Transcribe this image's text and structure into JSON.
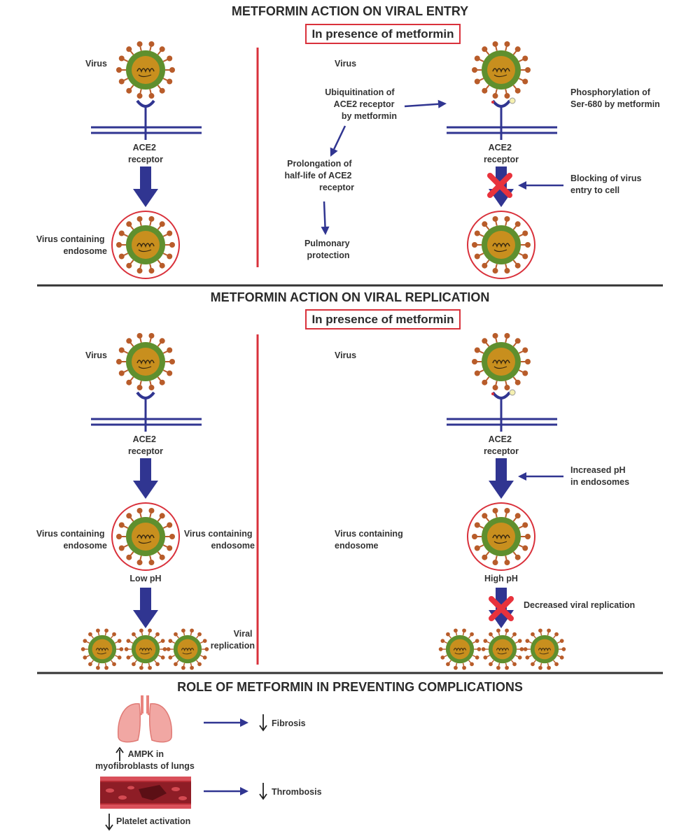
{
  "sections": {
    "entry": {
      "title": "METFORMIN ACTION ON VIRAL ENTRY",
      "box_label": "In presence of metformin",
      "left": {
        "virus": "Virus",
        "receptor": [
          "ACE2",
          "receptor"
        ],
        "endosome": [
          "Virus containing",
          "endosome"
        ]
      },
      "right": {
        "virus": "Virus",
        "ubiquitination": [
          "Ubiquitination of",
          "ACE2 receptor",
          "by metformin"
        ],
        "phosphorylation": [
          "Phosphorylation of",
          "Ser-680 by  metformin"
        ],
        "receptor": [
          "ACE2",
          "receptor"
        ],
        "prolongation": [
          "Prolongation of",
          "half-life of ACE2",
          "receptor"
        ],
        "blocking": [
          "Blocking of virus",
          "entry to cell"
        ],
        "pulmonary": [
          "Pulmonary",
          "protection"
        ]
      }
    },
    "replication": {
      "title": "METFORMIN ACTION ON VIRAL REPLICATION",
      "box_label": "In presence of metformin",
      "left": {
        "virus": "Virus",
        "receptor": [
          "ACE2",
          "receptor"
        ],
        "endosome_left": [
          "Virus containing",
          "endosome"
        ],
        "endosome_right": [
          "Virus containing",
          "endosome"
        ],
        "ph": "Low pH",
        "viral_replication": [
          "Viral",
          "replication"
        ]
      },
      "right": {
        "virus": "Virus",
        "receptor": [
          "ACE2",
          "receptor"
        ],
        "increased_ph": [
          "Increased pH",
          "in endosomes"
        ],
        "endosome": [
          "Virus containing",
          "endosome"
        ],
        "ph": "High pH",
        "decreased": "Decreased viral replication"
      }
    },
    "complications": {
      "title": "ROLE OF METFORMIN IN PREVENTING COMPLICATIONS",
      "ampk": [
        "AMPK in",
        "myofibroblasts of lungs"
      ],
      "fibrosis": "Fibrosis",
      "thrombosis": "Thrombosis",
      "platelet": "Platelet activation"
    }
  },
  "colors": {
    "arrow": "#303591",
    "divider_red": "#d9313b",
    "section_line": "#333333",
    "virus_spike": "#b85c2a",
    "virus_shell": "#5f8f2e",
    "virus_core": "#c88f1e",
    "block_x": "#e8323c",
    "lung": "#f1a7a3",
    "vessel": "#b42a33"
  },
  "icons": [
    "virus-icon",
    "ace2-receptor-icon",
    "endosome-icon",
    "block-x-icon",
    "lungs-icon",
    "blood-vessel-icon",
    "down-arrow-icon",
    "up-arrow-icon"
  ]
}
